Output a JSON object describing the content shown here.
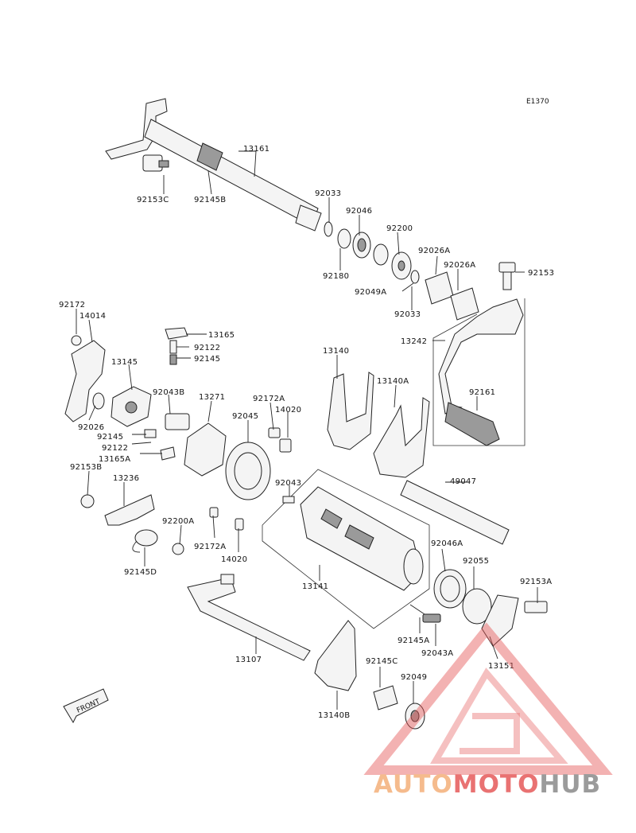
{
  "diagram": {
    "ref_code": "E1370",
    "front_marker": "FRONT"
  },
  "parts": {
    "p13161": "13161",
    "p92153C": "92153C",
    "p92145B": "92145B",
    "p92033a": "92033",
    "p92046": "92046",
    "p92200": "92200",
    "p92180": "92180",
    "p92049A": "92049A",
    "p92033b": "92033",
    "p92026Aa": "92026A",
    "p92026Ab": "92026A",
    "p92153": "92153",
    "p13242": "13242",
    "p92161": "92161",
    "p92172": "92172",
    "p14014": "14014",
    "p13165": "13165",
    "p92122a": "92122",
    "p92145a": "92145",
    "p13145": "13145",
    "p92043B": "92043B",
    "p13271": "13271",
    "p92172A": "92172A",
    "p14020a": "14020",
    "p92045": "92045",
    "p92026": "92026",
    "p92145b": "92145",
    "p92122b": "92122",
    "p13165A": "13165A",
    "p13140": "13140",
    "p13140A": "13140A",
    "p92153B": "92153B",
    "p13236": "13236",
    "p92043": "92043",
    "p49047": "49047",
    "p92200A": "92200A",
    "p92172Ab": "92172A",
    "p14020b": "14020",
    "p92145D": "92145D",
    "p13141": "13141",
    "p92046A": "92046A",
    "p92055": "92055",
    "p92153A": "92153A",
    "p13107": "13107",
    "p92145A": "92145A",
    "p92043A": "92043A",
    "p13151": "13151",
    "p92145C": "92145C",
    "p92049": "92049",
    "p13140B": "13140B"
  },
  "watermark": {
    "part1": "AUTO",
    "part2": "MOTO",
    "part3": "HUB",
    "color_orange": "#f4b07a",
    "color_red": "#e65a5a",
    "color_gray": "#8a8a8a"
  }
}
